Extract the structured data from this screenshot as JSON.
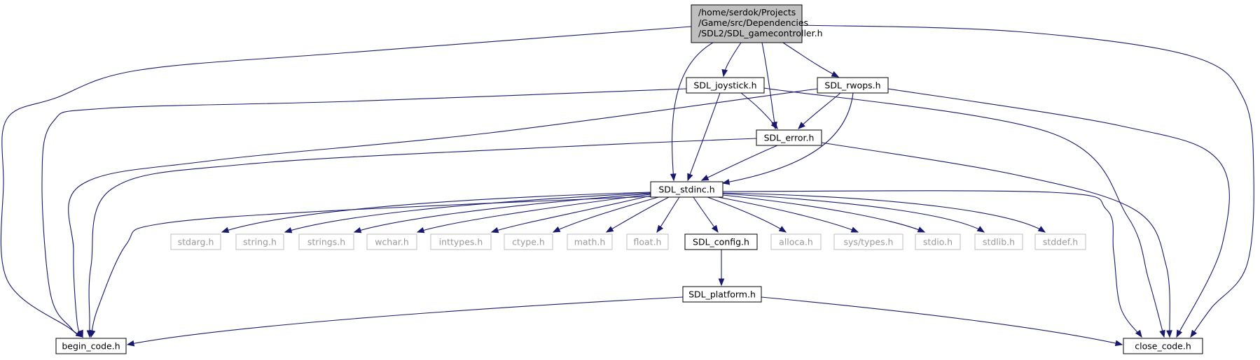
{
  "colors": {
    "edge": "#191970",
    "root_fill": "#bfbfbf",
    "node_border": "#000000",
    "external_border": "#bfbfbf",
    "external_text": "#9a9a9a"
  },
  "nodes": {
    "root": {
      "lines": [
        "/home/serdok/Projects",
        "/Game/src/Dependencies",
        "/SDL2/SDL_gamecontroller.h"
      ]
    },
    "joystick": {
      "label": "SDL_joystick.h"
    },
    "rwops": {
      "label": "SDL_rwops.h"
    },
    "error": {
      "label": "SDL_error.h"
    },
    "stdinc": {
      "label": "SDL_stdinc.h"
    },
    "stdarg": {
      "label": "stdarg.h"
    },
    "string": {
      "label": "string.h"
    },
    "strings": {
      "label": "strings.h"
    },
    "wchar": {
      "label": "wchar.h"
    },
    "inttypes": {
      "label": "inttypes.h"
    },
    "ctype": {
      "label": "ctype.h"
    },
    "math": {
      "label": "math.h"
    },
    "float": {
      "label": "float.h"
    },
    "config": {
      "label": "SDL_config.h"
    },
    "alloca": {
      "label": "alloca.h"
    },
    "systypes": {
      "label": "sys/types.h"
    },
    "stdio": {
      "label": "stdio.h"
    },
    "stdlib": {
      "label": "stdlib.h"
    },
    "stddef": {
      "label": "stddef.h"
    },
    "platform": {
      "label": "SDL_platform.h"
    },
    "begin": {
      "label": "begin_code.h"
    },
    "close": {
      "label": "close_code.h"
    }
  }
}
